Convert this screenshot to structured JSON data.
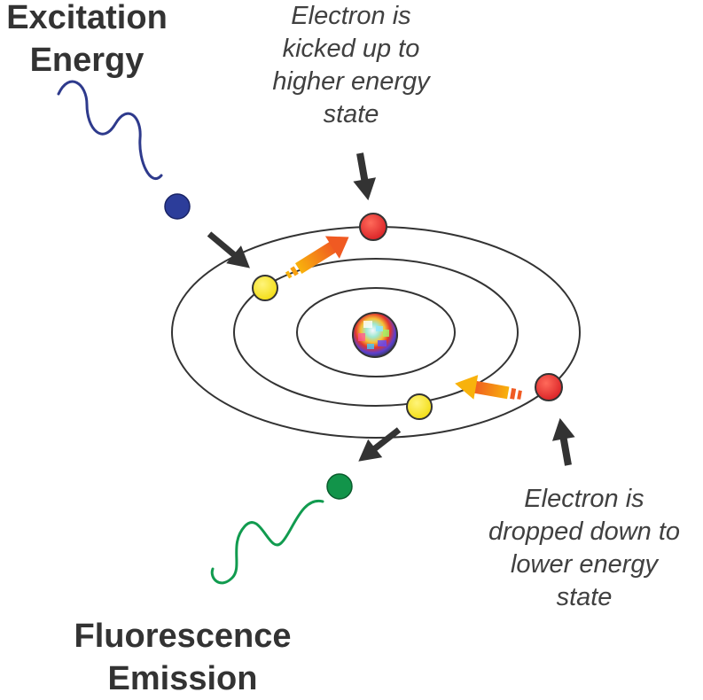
{
  "labels": {
    "excitation": [
      "Excitation",
      "Energy"
    ],
    "fluorescence": [
      "Fluorescence",
      "Emission"
    ],
    "kicked_up": [
      "Electron is",
      "kicked up to",
      "higher energy",
      "state"
    ],
    "dropped_down": [
      "Electron is",
      "dropped down to",
      "lower energy",
      "state"
    ]
  },
  "colors": {
    "excitation_wave": "#2e3a8c",
    "photon_in": "#2c3d9a",
    "emission_wave": "#119b4f",
    "photon_out": "#12944a",
    "electron_excited": "#e8262a",
    "electron_ground": "#f7e51a",
    "orbit": "#333333",
    "arrow": "#333333",
    "transition_arrow_start": "#f8b20c",
    "transition_arrow_end": "#f05a22"
  },
  "icons": {
    "nucleus": "nucleus-icon",
    "photon": "photon-icon",
    "electron": "electron-icon"
  }
}
